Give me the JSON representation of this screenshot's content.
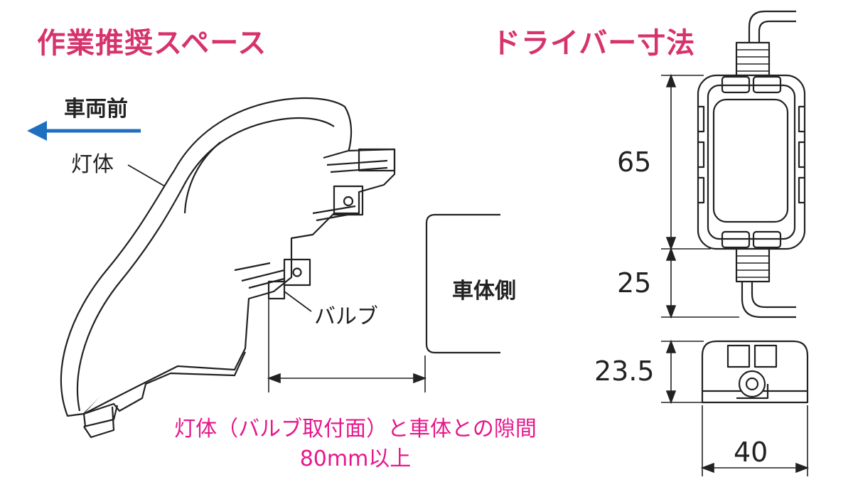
{
  "left": {
    "heading": "作業推奨スペース",
    "vehicle_front_label": "車両前",
    "lamp_body_label": "灯体",
    "bulb_label": "バルブ",
    "vehicle_side_label": "車体側",
    "clearance_note_line1": "灯体（バルブ取付面）と車体との隙間",
    "clearance_note_line2": "80mm以上"
  },
  "right": {
    "heading": "ドライバー寸法",
    "dim_height_body": "65",
    "dim_height_cable": "25",
    "dim_thickness": "23.5",
    "dim_width": "40"
  },
  "colors": {
    "heading": "#d6336c",
    "note": "#e6178c",
    "arrow": "#1f6fc1"
  }
}
